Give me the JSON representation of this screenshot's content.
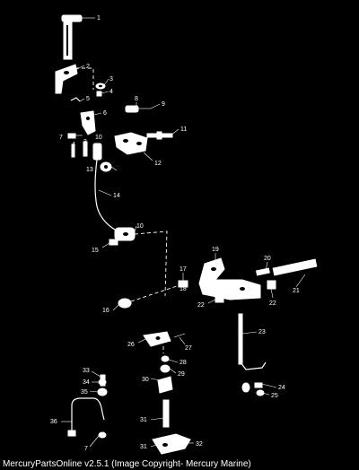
{
  "caption": "MercuryPartsOnline v2.5.1 (Image Copyright- Mercury Marine)",
  "callouts": [
    "1",
    "2",
    "3",
    "4",
    "5",
    "6",
    "7",
    "3",
    "4",
    "8",
    "9",
    "10",
    "11",
    "12",
    "13",
    "14",
    "10",
    "15",
    "16",
    "17",
    "18",
    "19",
    "20",
    "21",
    "22",
    "22",
    "23",
    "24",
    "25",
    "26",
    "27",
    "28",
    "29",
    "30",
    "31",
    "31",
    "32",
    "33",
    "34",
    "35",
    "36",
    "7"
  ]
}
